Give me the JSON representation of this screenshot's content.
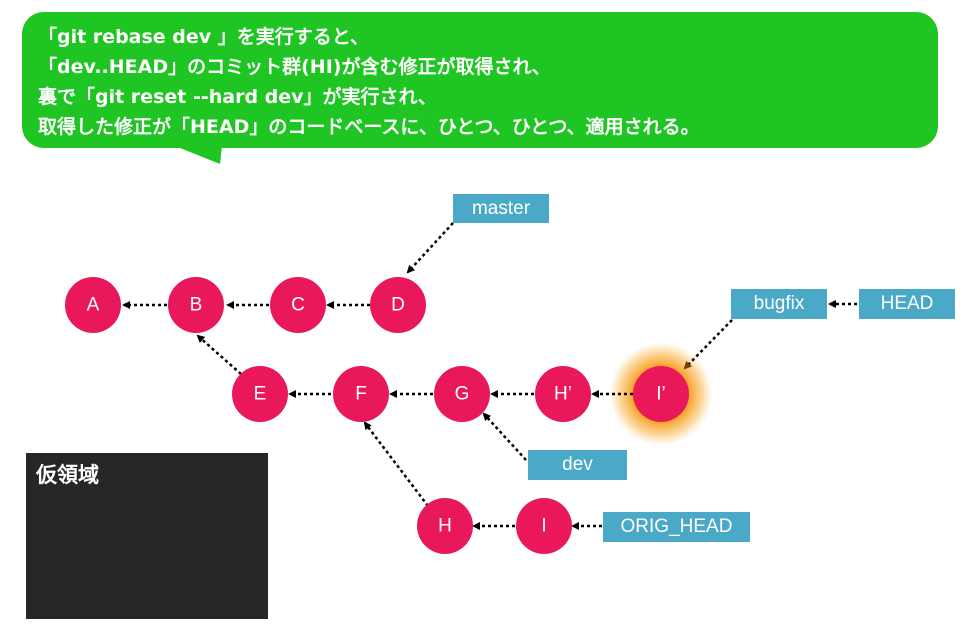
{
  "callout": {
    "lines": [
      "「git rebase dev 」を実行すると、",
      "「dev..HEAD」のコミット群(HI)が含む修正が取得され、",
      "裏で「git reset --hard dev」が実行され、",
      "取得した修正が「HEAD」のコードベースに、ひとつ、ひとつ、適用される。"
    ]
  },
  "commits": {
    "A": "A",
    "B": "B",
    "C": "C",
    "D": "D",
    "E": "E",
    "F": "F",
    "G": "G",
    "Hp": "H’",
    "Ip": "I’",
    "H": "H",
    "I": "I"
  },
  "refs": {
    "master": "master",
    "bugfix": "bugfix",
    "head": "HEAD",
    "dev": "dev",
    "orig_head": "ORIG_HEAD"
  },
  "virtual_region": {
    "title": "仮領域"
  },
  "colors": {
    "commit": "#e8185a",
    "ref": "#4ba9c8",
    "callout": "#1fc522",
    "glow": "#f7a020",
    "region": "#262626"
  }
}
